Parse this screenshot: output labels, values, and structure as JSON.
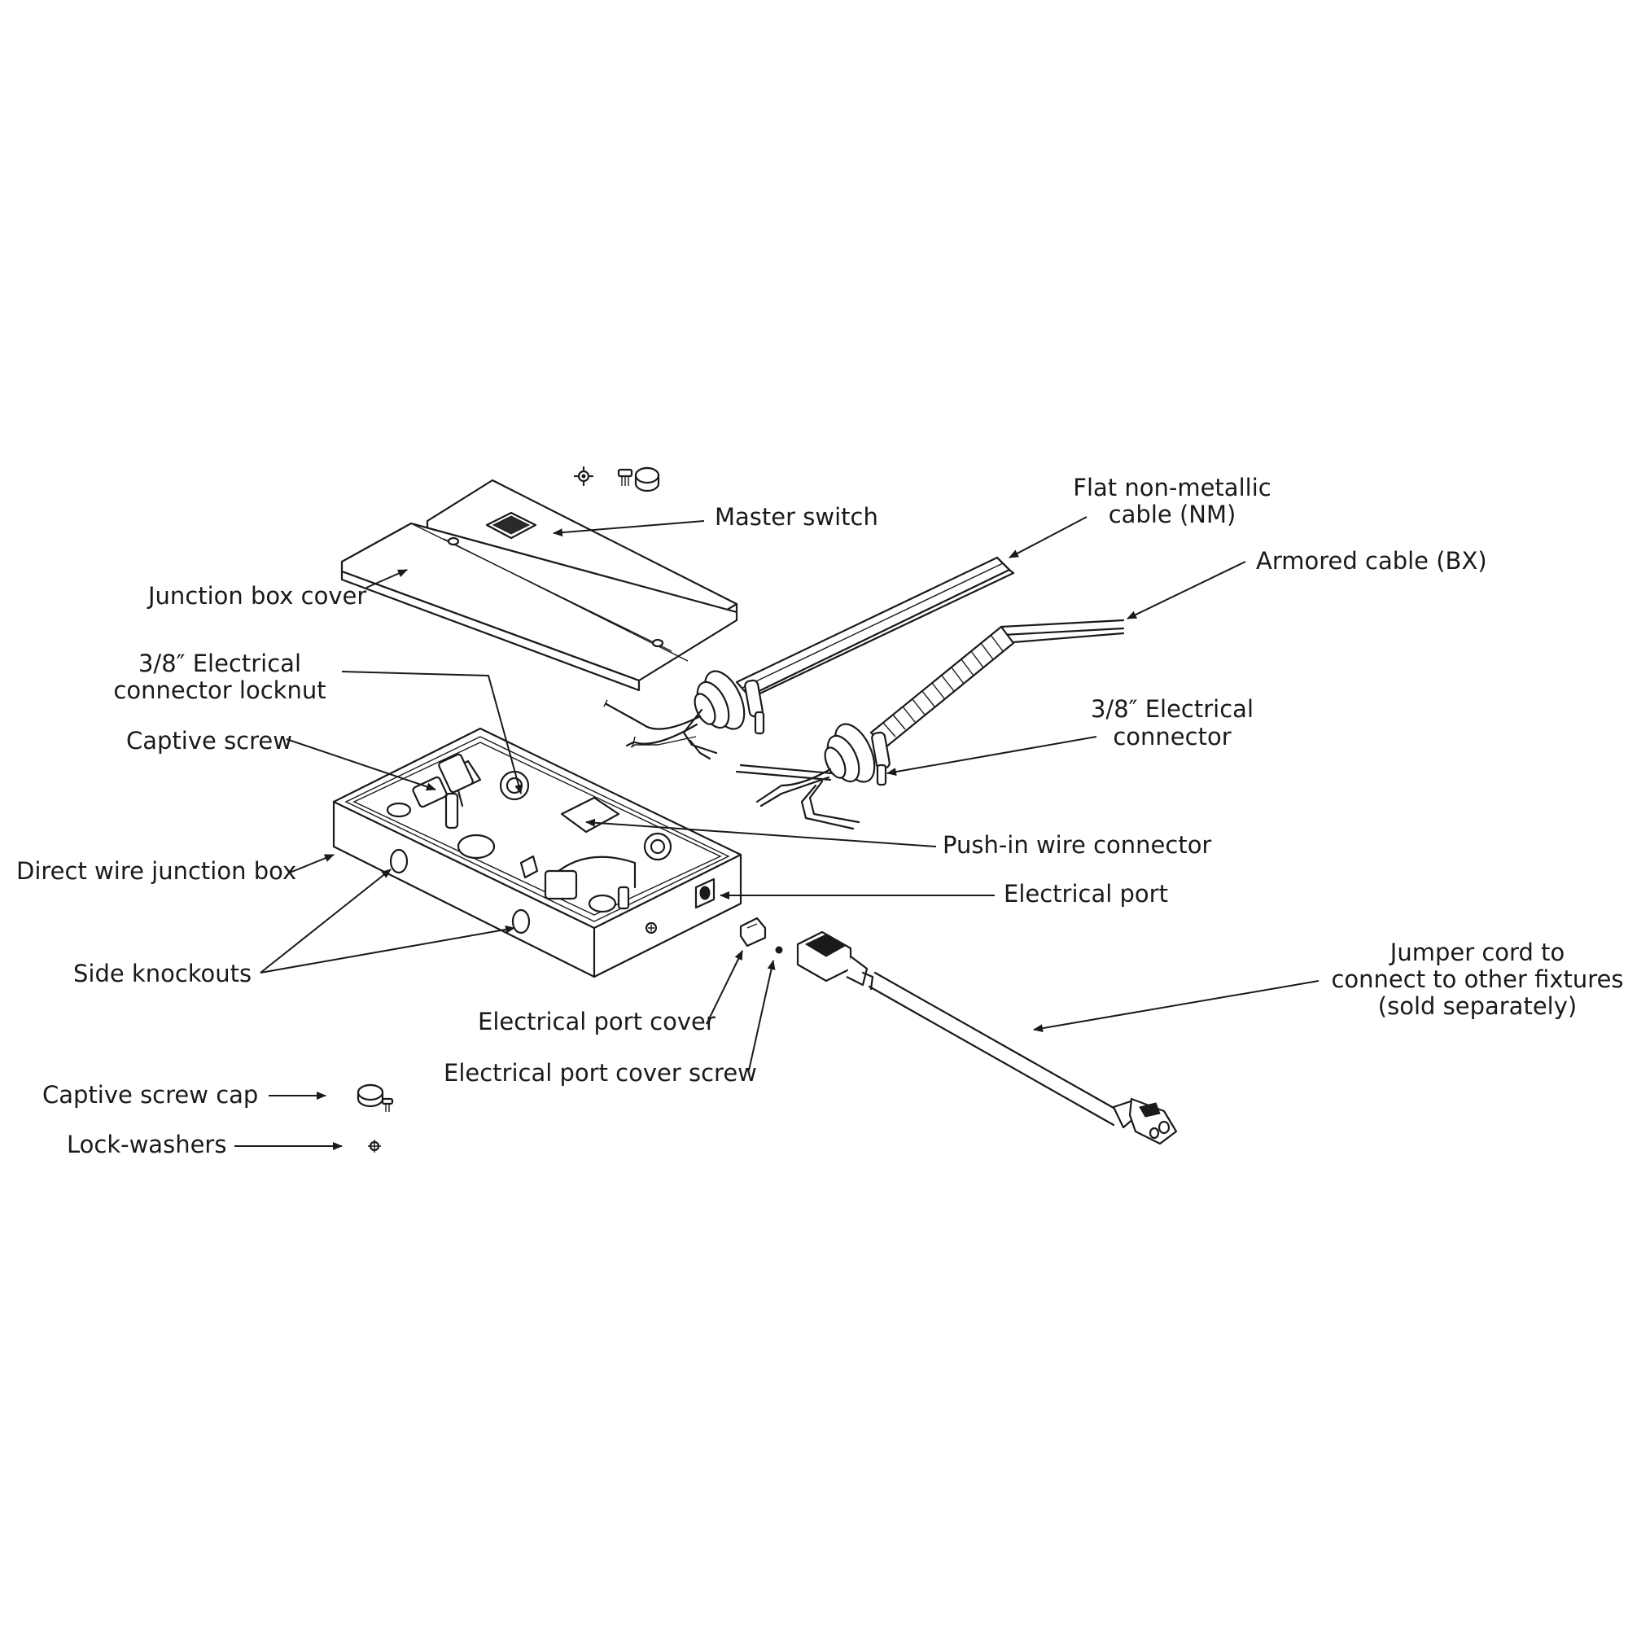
{
  "labels": {
    "master_switch": "Master switch",
    "flat_nm_line1": "Flat non-metallic",
    "flat_nm_line2": "cable (NM)",
    "armored_cable": "Armored cable (BX)",
    "junction_box_cover": "Junction box cover",
    "locknut_line1": "3/8″ Electrical",
    "locknut_line2": "connector locknut",
    "captive_screw": "Captive screw",
    "connector_line1": "3/8″ Electrical",
    "connector_line2": "connector",
    "push_in_wire_connector": "Push-in wire connector",
    "direct_wire_junction_box": "Direct wire junction box",
    "electrical_port": "Electrical port",
    "side_knockouts": "Side knockouts",
    "jumper_line1": "Jumper cord to",
    "jumper_line2": "connect to other fixtures",
    "jumper_line3": "(sold separately)",
    "electrical_port_cover": "Electrical port cover",
    "electrical_port_cover_screw": "Electrical port cover screw",
    "captive_screw_cap": "Captive screw cap",
    "lock_washers": "Lock-washers"
  }
}
